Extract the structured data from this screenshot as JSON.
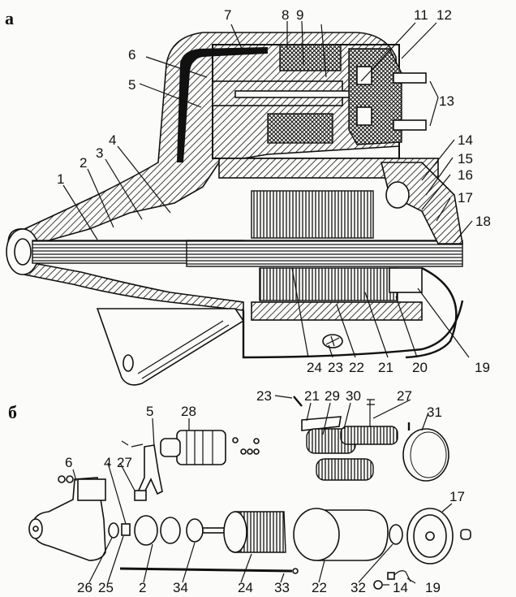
{
  "figure": {
    "title": "Starter motor: (a) cutaway view, (б) exploded view",
    "panels": [
      {
        "id": "a",
        "label": "а",
        "view": "cutaway",
        "callouts": [
          "1",
          "2",
          "3",
          "4",
          "5",
          "6",
          "7",
          "8",
          "9",
          "11",
          "12",
          "13",
          "14",
          "15",
          "16",
          "17",
          "18",
          "19",
          "20",
          "21",
          "22",
          "23",
          "24"
        ]
      },
      {
        "id": "b",
        "label": "б",
        "view": "exploded",
        "callouts": [
          "23",
          "21",
          "29",
          "30",
          "27",
          "31",
          "28",
          "5",
          "6",
          "4",
          "27",
          "17",
          "26",
          "25",
          "2",
          "34",
          "24",
          "33",
          "22",
          "32",
          "14",
          "19"
        ]
      }
    ]
  },
  "labels": {
    "panel_a": "а",
    "panel_b": "б",
    "a": {
      "c1": "1",
      "c2": "2",
      "c3": "3",
      "c4": "4",
      "c5": "5",
      "c6": "6",
      "c7": "7",
      "c8": "8",
      "c9": "9",
      "c11": "11",
      "c12": "12",
      "c13": "13",
      "c14": "14",
      "c15": "15",
      "c16": "16",
      "c17": "17",
      "c18": "18",
      "c19": "19",
      "c20": "20",
      "c21": "21",
      "c22": "22",
      "c23": "23",
      "c24": "24"
    },
    "b": {
      "c23": "23",
      "c21": "21",
      "c29": "29",
      "c30": "30",
      "c27a": "27",
      "c31": "31",
      "c28": "28",
      "c5": "5",
      "c6": "6",
      "c4": "4",
      "c27b": "27",
      "c17": "17",
      "c26": "26",
      "c25": "25",
      "c2": "2",
      "c34": "34",
      "c24": "24",
      "c33": "33",
      "c22": "22",
      "c32": "32",
      "c14": "14",
      "c19": "19"
    }
  }
}
